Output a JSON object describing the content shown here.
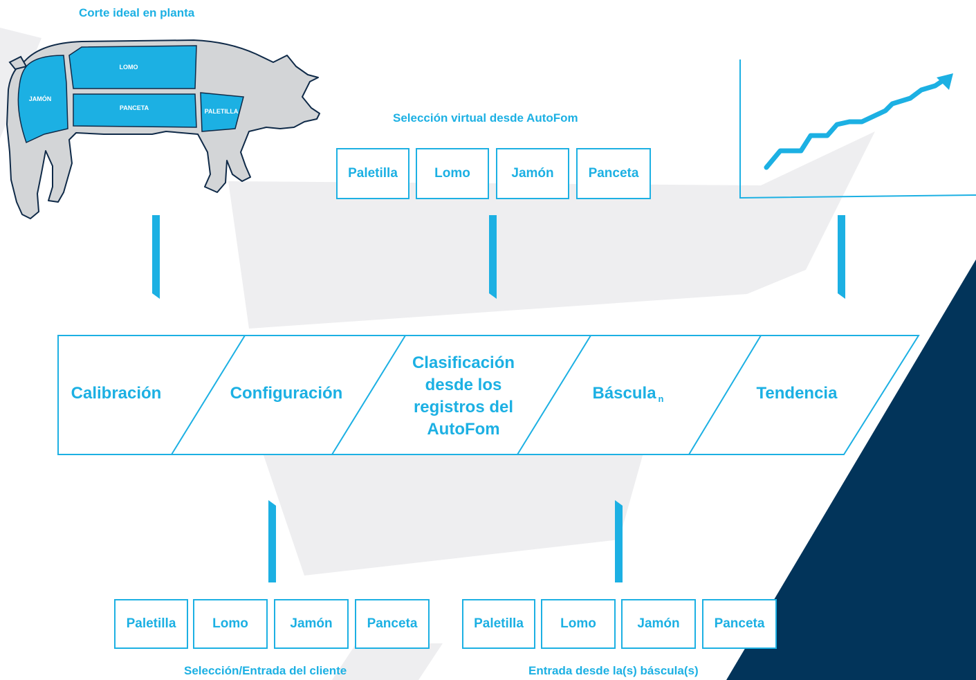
{
  "top_left_title": "Corte ideal en planta",
  "top_center_title": "Selección virtual desde AutoFom",
  "bottom_left_caption": "Selección/Entrada del cliente",
  "bottom_right_caption": "Entrada desde la(s) báscula(s)",
  "pig_cuts": {
    "jamon": "JAMÓN",
    "lomo": "LOMO",
    "panceta": "PANCETA",
    "paletilla": "PALETILLA"
  },
  "top_cuts": [
    "Paletilla",
    "Lomo",
    "Jamón",
    "Panceta"
  ],
  "bottom_left_cuts": [
    "Paletilla",
    "Lomo",
    "Jamón",
    "Panceta"
  ],
  "bottom_right_cuts": [
    "Paletilla",
    "Lomo",
    "Jamón",
    "Panceta"
  ],
  "stages": {
    "calibracion": "Calibración",
    "configuracion": "Configuración",
    "clasificacion": [
      "Clasificación",
      "desde los",
      "registros del",
      "AutoFom"
    ],
    "bascula": "Báscula",
    "bascula_sub": "n",
    "tendencia": "Tendencia"
  },
  "colors": {
    "accent": "#1cb0e3",
    "navy": "#02345a",
    "ribbon": "#eeeef0",
    "pig": "#d3d5d7",
    "outline": "#0f2a48"
  }
}
